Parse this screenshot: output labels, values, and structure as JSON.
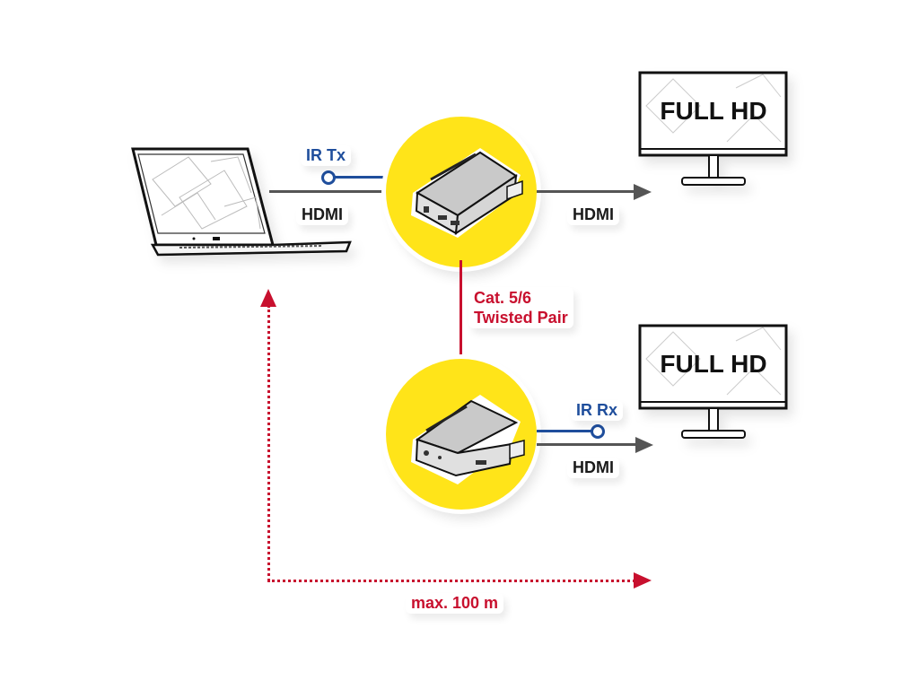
{
  "diagram": {
    "type": "HDMI extender over twisted pair connection diagram",
    "nodes": {
      "source": {
        "name": "laptop",
        "description": "Laptop computer"
      },
      "transmitter": {
        "name": "transmitter",
        "description": "HDMI extender transmitter unit (yellow circle)"
      },
      "receiver": {
        "name": "receiver",
        "description": "HDMI extender receiver unit (yellow circle)"
      },
      "display_local": {
        "name": "monitor-local",
        "screen_text": "FULL HD"
      },
      "display_remote": {
        "name": "monitor-remote",
        "screen_text": "FULL HD"
      }
    },
    "labels": {
      "ir_tx": "IR Tx",
      "laptop_hdmi": "HDMI",
      "tx_out_hdmi": "HDMI",
      "cable": "Cat. 5/6",
      "cable_line2": "Twisted Pair",
      "ir_rx": "IR Rx",
      "rx_out_hdmi": "HDMI",
      "distance": "max. 100 m"
    },
    "monitor_local_text": "FULL HD",
    "monitor_remote_text": "FULL HD",
    "colors": {
      "yellow": "#ffe419",
      "blue": "#1f4e9c",
      "red": "#c8102e",
      "gray": "#555555"
    }
  }
}
